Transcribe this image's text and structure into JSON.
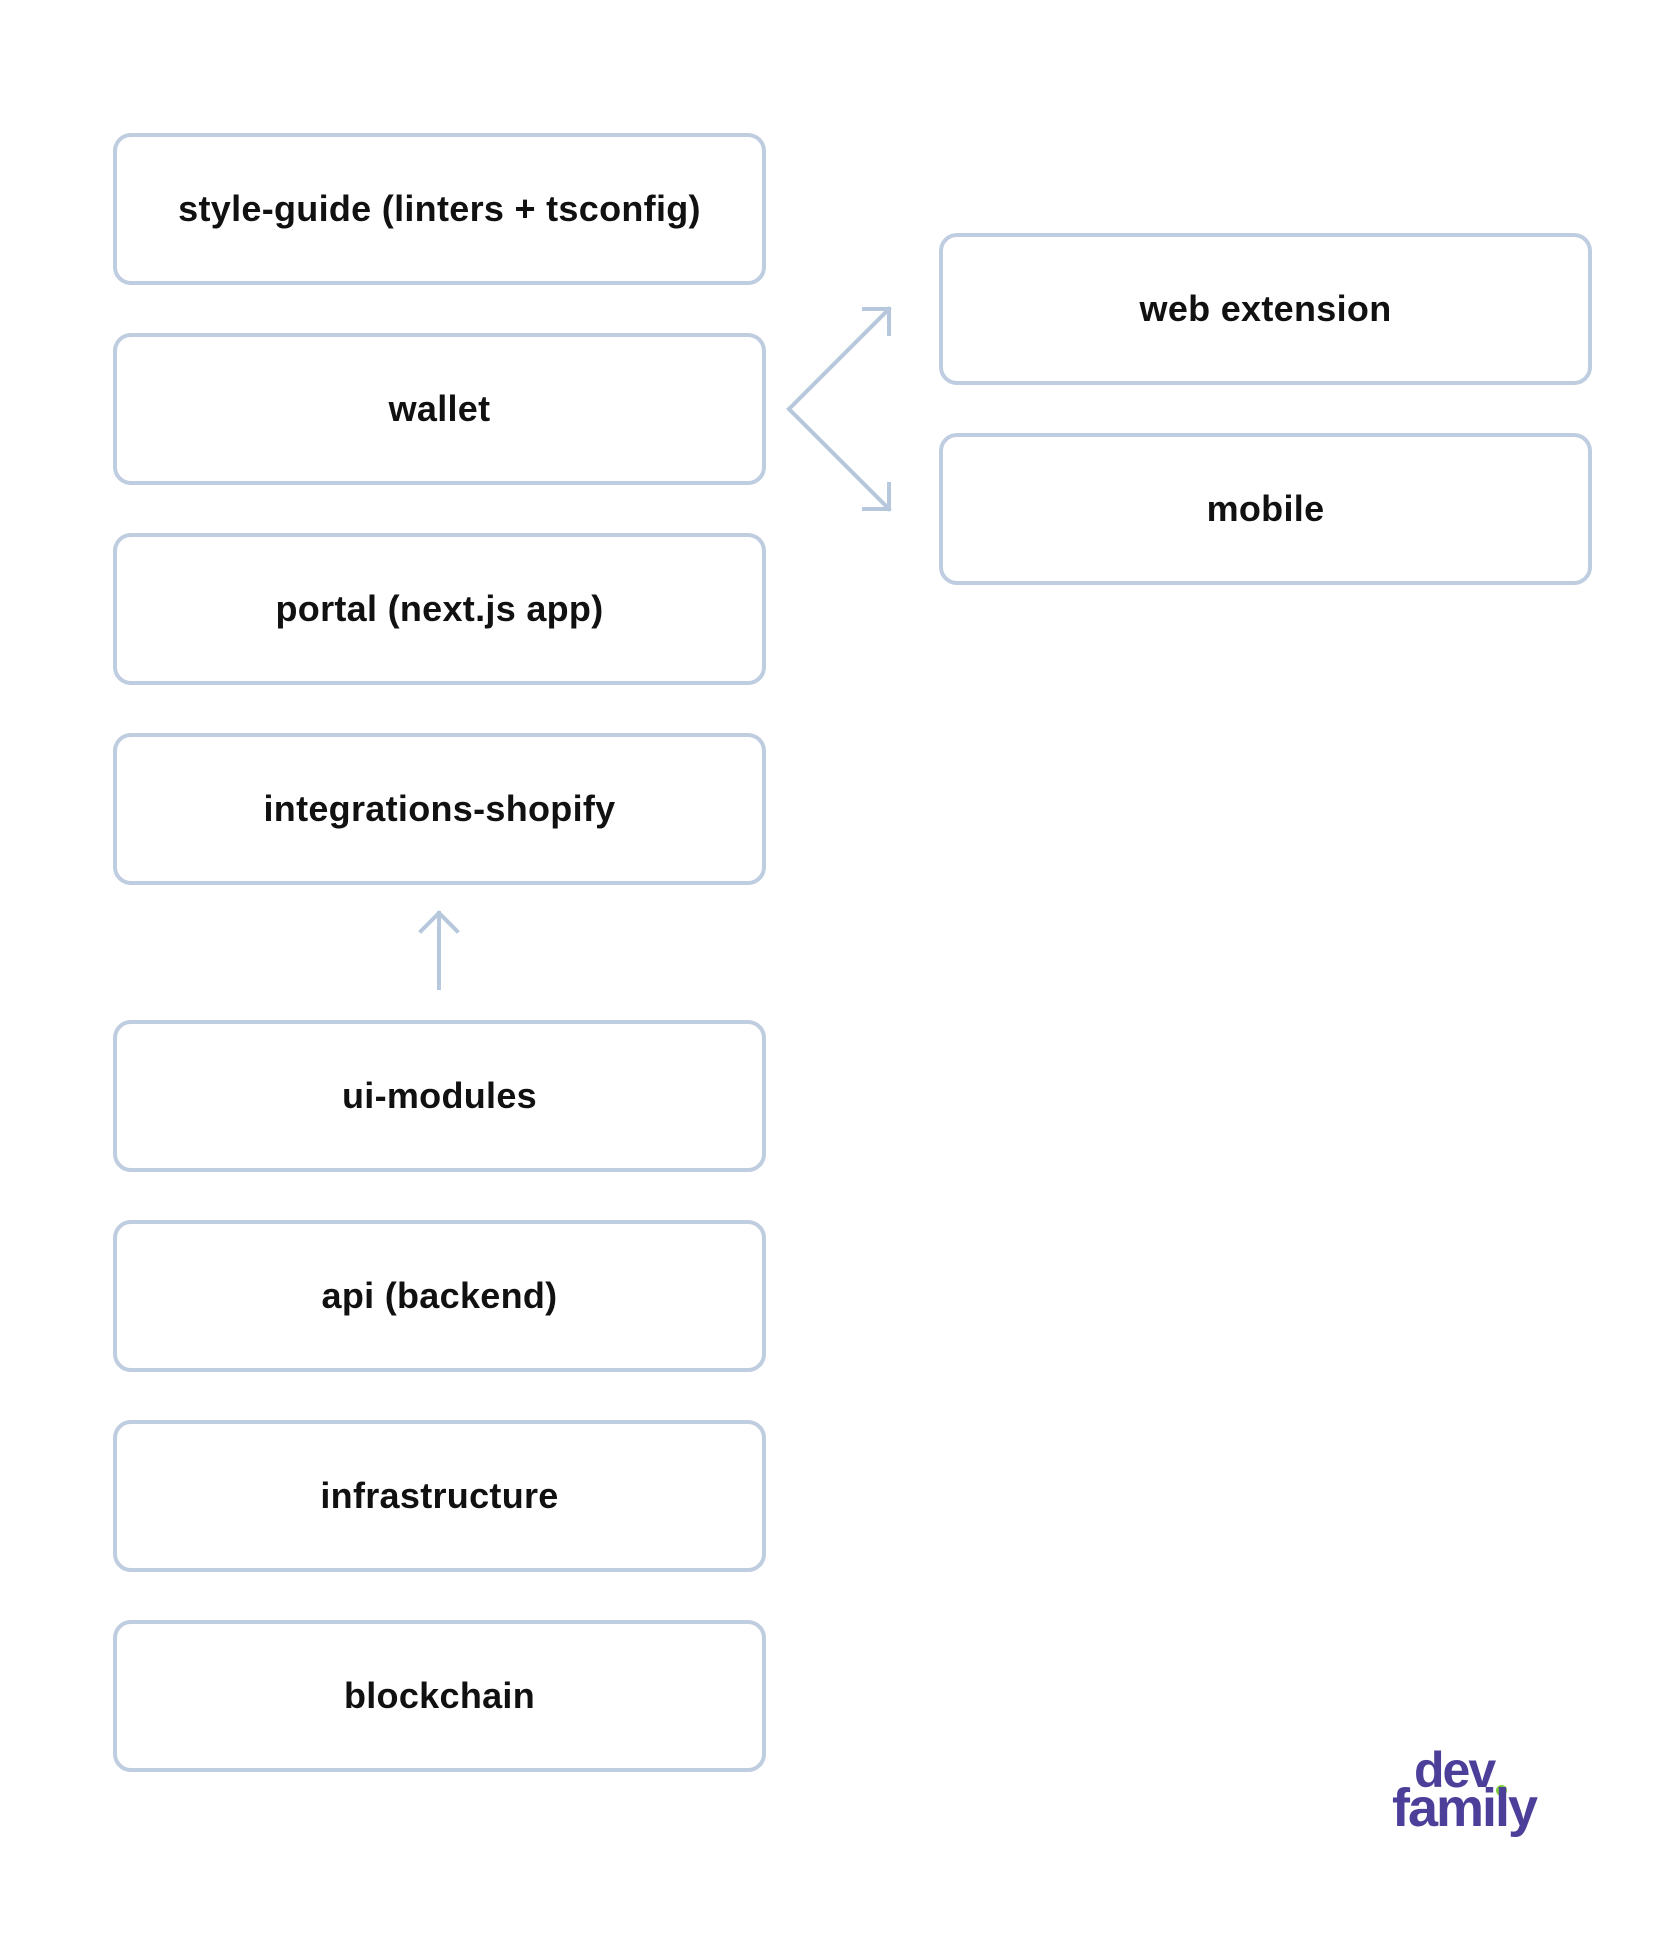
{
  "diagram": {
    "nodes": [
      {
        "id": "style-guide",
        "label": "style-guide (linters + tsconfig)"
      },
      {
        "id": "wallet",
        "label": "wallet"
      },
      {
        "id": "portal",
        "label": "portal (next.js app)"
      },
      {
        "id": "integrations-shopify",
        "label": "integrations-shopify"
      },
      {
        "id": "ui-modules",
        "label": "ui-modules"
      },
      {
        "id": "api",
        "label": "api (backend)"
      },
      {
        "id": "infrastructure",
        "label": "infrastructure"
      },
      {
        "id": "blockchain",
        "label": "blockchain"
      },
      {
        "id": "web-extension",
        "label": "web extension"
      },
      {
        "id": "mobile",
        "label": "mobile"
      }
    ],
    "edges": [
      {
        "from": "wallet",
        "to": "web-extension"
      },
      {
        "from": "wallet",
        "to": "mobile"
      },
      {
        "from": "ui-modules",
        "to": "integrations-shopify"
      }
    ]
  },
  "logo": {
    "line1": "dev",
    "line2": "family",
    "text_color": "#4b3f9a",
    "dot_color": "#7ccf3e"
  },
  "colors": {
    "box_border": "#bfcde0",
    "arrow": "#b7c7dc",
    "text": "#111111"
  }
}
